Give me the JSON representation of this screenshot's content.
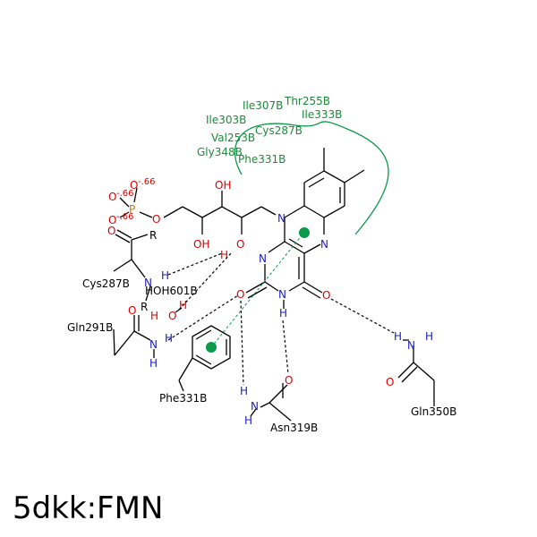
{
  "ligand_id": "5dkk:FMN",
  "residues": {
    "ile307": "Ile307B",
    "thr255": "Thr255B",
    "ile303": "Ile303B",
    "ile333": "Ile333B",
    "cys287_hyd": "Cys287B",
    "val253": "Val253B",
    "gly348": "Gly348B",
    "phe331_hyd": "Phe331B",
    "cys287": "Cys287B",
    "hoh601": "HOH601B",
    "gln291": "Gln291B",
    "phe331": "Phe331B",
    "asn319": "Asn319B",
    "gln350": "Gln350B"
  },
  "atoms": {
    "O": "O",
    "N": "N",
    "H": "H",
    "P": "P",
    "R": "R",
    "OH": "OH",
    "charge": "-.66"
  },
  "colors": {
    "hydrophobic": "#1a8a3a",
    "oxygen": "#e00000",
    "nitrogen": "#2020c0",
    "phosphorus": "#c08000",
    "pi_stacking": "#0a9a4a"
  }
}
